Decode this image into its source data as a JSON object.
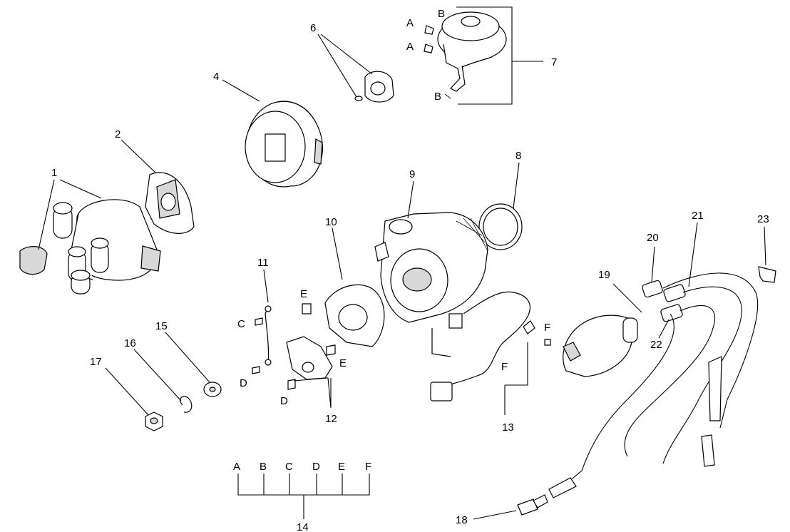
{
  "callouts": {
    "n1": "1",
    "n2": "2",
    "n4": "4",
    "n6": "6",
    "n7": "7",
    "n8": "8",
    "n9": "9",
    "n10": "10",
    "n11": "11",
    "n12": "12",
    "n13": "13",
    "n14": "14",
    "n15": "15",
    "n16": "16",
    "n17": "17",
    "n18": "18",
    "n19": "19",
    "n20": "20",
    "n21": "21",
    "n22": "22",
    "n23": "23"
  },
  "letters": {
    "A": "A",
    "B": "B",
    "C": "C",
    "D": "D",
    "E": "E",
    "F": "F"
  },
  "legend14": [
    "A",
    "B",
    "C",
    "D",
    "E",
    "F"
  ]
}
